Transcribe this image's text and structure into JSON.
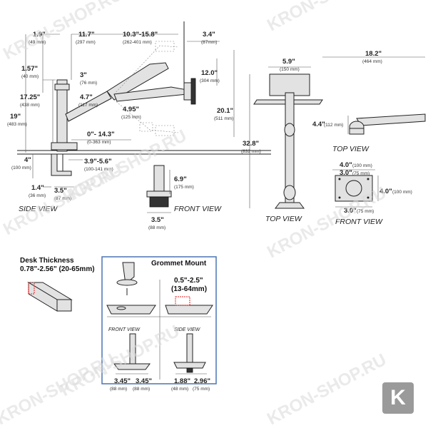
{
  "side_view": {
    "label": "SIDE VIEW",
    "dims": [
      {
        "main": "1.9\"",
        "sub": "(49 mm)"
      },
      {
        "main": "11.7\"",
        "sub": "(297 mm)"
      },
      {
        "main": "10.3\"-15.8\"",
        "sub": "(262-401 mm)"
      },
      {
        "main": "3.4\"",
        "sub": "(87mm)"
      },
      {
        "main": "1.57\"",
        "sub": "(40 mm)"
      },
      {
        "main": "3\"",
        "sub": "(76 mm)"
      },
      {
        "main": "17.25\"",
        "sub": "(438 mm)"
      },
      {
        "main": "4.7\"",
        "sub": "(117 mm)"
      },
      {
        "main": "12.0\"",
        "sub": "(304 mm)"
      },
      {
        "main": "20.1\"",
        "sub": "(511 mm)"
      },
      {
        "main": "19\"",
        "sub": "(483 mm)"
      },
      {
        "main": "4.95\"",
        "sub": "(125 mm)"
      },
      {
        "main": "0\"- 14.3\"",
        "sub": "(0-363 mm)"
      },
      {
        "main": "4\"",
        "sub": "(100 mm)"
      },
      {
        "main": "3.9\"-5.6\"",
        "sub": "(100-141 mm)"
      },
      {
        "main": "1.4\"",
        "sub": "(36 mm)"
      },
      {
        "main": "3.5\"",
        "sub": "(87 mm)"
      }
    ]
  },
  "front_view_base": {
    "label": "FRONT VIEW",
    "dims": [
      {
        "main": "6.9\"",
        "sub": "(175 mm)"
      },
      {
        "main": "3.5\"",
        "sub": "(88 mm)"
      }
    ]
  },
  "top_view_pole": {
    "label": "TOP VIEW",
    "dims": [
      {
        "main": "5.9\"",
        "sub": "(150 mm)"
      },
      {
        "main": "32.8\"",
        "sub": "(832 mm)"
      }
    ]
  },
  "top_view_arm": {
    "label": "TOP VIEW",
    "dims": [
      {
        "main": "18.2\"",
        "sub": "(464 mm)"
      },
      {
        "main": "4.4\"",
        "sub": "(112 mm)"
      }
    ]
  },
  "front_view_vesa": {
    "label": "FRONT VIEW",
    "dims": [
      {
        "main": "4.0\"",
        "sub": "(100 mm)"
      },
      {
        "main": "3.0\"",
        "sub": "(75 mm)"
      },
      {
        "main": "4.0\"",
        "sub": "(100 mm)"
      },
      {
        "main": "3.0\"",
        "sub": "(75 mm)"
      }
    ]
  },
  "desk": {
    "title": "Desk Thickness",
    "value": "0.78\"-2.56\" (20-65mm)"
  },
  "grommet": {
    "title": "Grommet Mount",
    "size_main": "0.5\"-2.5\"",
    "size_sub": "(13-64mm)",
    "front_label": "FRONT VIEW",
    "side_label": "SIDE VIEW",
    "dims": [
      {
        "main": "3.45\"",
        "sub": "(88 mm)"
      },
      {
        "main": "3.45\"",
        "sub": "(88 mm)"
      },
      {
        "main": "1.88\"",
        "sub": "(48 mm)"
      },
      {
        "main": "2.96\"",
        "sub": "(75 mm)"
      }
    ]
  },
  "watermark": "KRON-SHOP.RU",
  "logo": "K",
  "colors": {
    "line": "#222222",
    "part": "#e2e2e2",
    "watermark": "#d9d9d9",
    "logo": "#9a9a9a"
  }
}
